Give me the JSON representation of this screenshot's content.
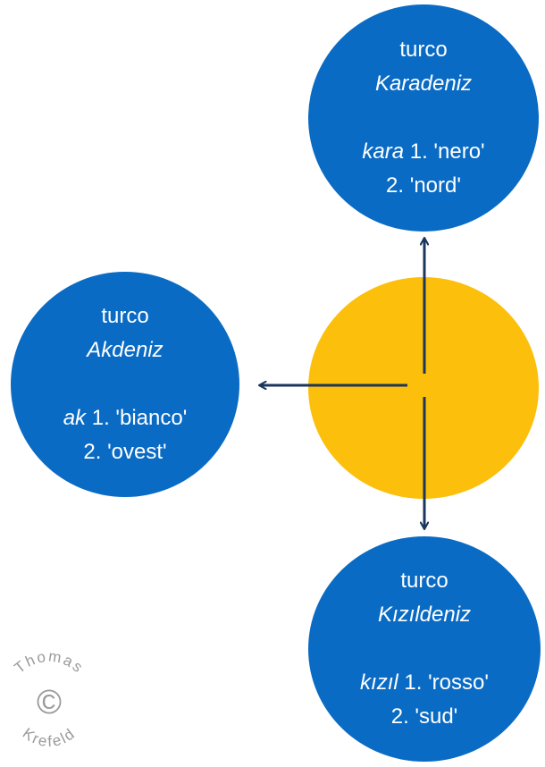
{
  "colors": {
    "sea_circle": "#0a6bc4",
    "center_circle": "#fbbf0c",
    "arrow": "#1b365d",
    "watermark": "#9a9a9a"
  },
  "north": {
    "language": "turco",
    "name": "Karadeniz",
    "word": "kara",
    "meaning_1": "1. 'nero'",
    "meaning_2": "2. 'nord'"
  },
  "west": {
    "language": "turco",
    "name": "Akdeniz",
    "word": "ak",
    "meaning_1": "1. 'bianco'",
    "meaning_2": "2. 'ovest'"
  },
  "south": {
    "language": "turco",
    "name": "Kızıldeniz",
    "word": "kızıl",
    "meaning_1": "1. 'rosso'",
    "meaning_2": "2. 'sud'"
  },
  "watermark": {
    "first_name": "Thomas",
    "symbol": "©",
    "last_name": "Krefeld"
  }
}
